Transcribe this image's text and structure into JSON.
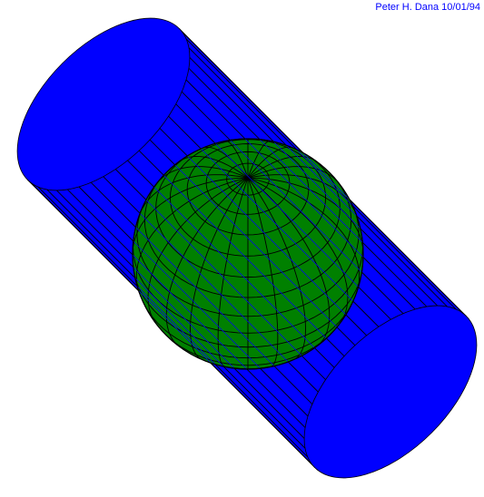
{
  "credit": "Peter H. Dana 10/01/94",
  "colors": {
    "cylinder": "#0000ff",
    "globe": "#008000",
    "lines": "#000000",
    "credit": "#0000ff"
  },
  "figure": {
    "subject": "oblique cylindrical projection: globe inside a tilted cylinder",
    "cylinder_rulings": 22,
    "globe_meridians": 24,
    "globe_parallels": 17
  }
}
